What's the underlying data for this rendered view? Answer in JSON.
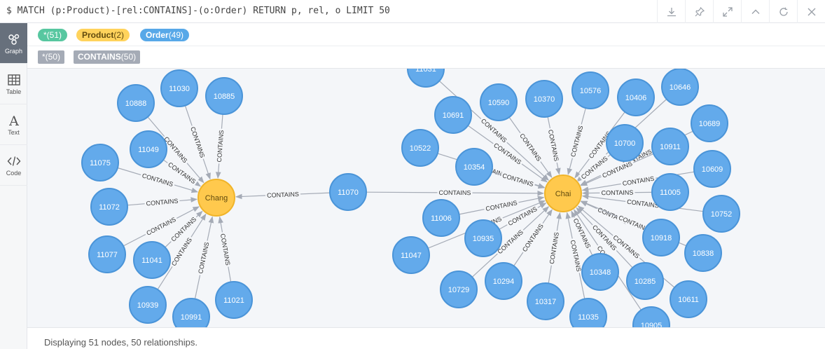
{
  "query": {
    "text": "$ MATCH (p:Product)-[rel:CONTAINS]-(o:Order) RETURN p, rel, o LIMIT 50"
  },
  "toolbar": {
    "icons": [
      "download-icon",
      "pin-icon",
      "expand-icon",
      "collapse-icon",
      "rerun-icon",
      "close-icon"
    ]
  },
  "sidebar": {
    "items": [
      {
        "label": "Graph",
        "icon": "graph-icon"
      },
      {
        "label": "Table",
        "icon": "table-icon"
      },
      {
        "label": "Text",
        "icon": "text-icon"
      },
      {
        "label": "Code",
        "icon": "code-icon"
      }
    ]
  },
  "node_labels": [
    {
      "name": "*",
      "count": "(51)",
      "color": "#57c7a0"
    },
    {
      "name": "Product",
      "count": "(2)",
      "color": "#ffd35c"
    },
    {
      "name": "Order",
      "count": "(49)",
      "color": "#57a8e8"
    }
  ],
  "relationship_types": [
    {
      "name": "*",
      "count": "(50)"
    },
    {
      "name": "CONTAINS",
      "count": "(50)"
    }
  ],
  "graph": {
    "product_color": "#ffc94d",
    "order_color": "#63aaeb",
    "edge_label": "CONTAINS",
    "products": [
      "Chang",
      "Chai"
    ],
    "chang_orders": [
      "10888",
      "11030",
      "10885",
      "11049",
      "11075",
      "11072",
      "11077",
      "11041",
      "10939",
      "10991",
      "11021"
    ],
    "chai_orders": [
      "11031",
      "10590",
      "10370",
      "10576",
      "10406",
      "10646",
      "10691",
      "10700",
      "10689",
      "10911",
      "10522",
      "10354",
      "10609",
      "11005",
      "10752",
      "11006",
      "10935",
      "10918",
      "11047",
      "10838",
      "10348",
      "10285",
      "10294",
      "10729",
      "10317",
      "10611",
      "11035",
      "10905"
    ],
    "shared_order": "11070"
  },
  "status": {
    "text": "Displaying 51 nodes, 50 relationships."
  }
}
